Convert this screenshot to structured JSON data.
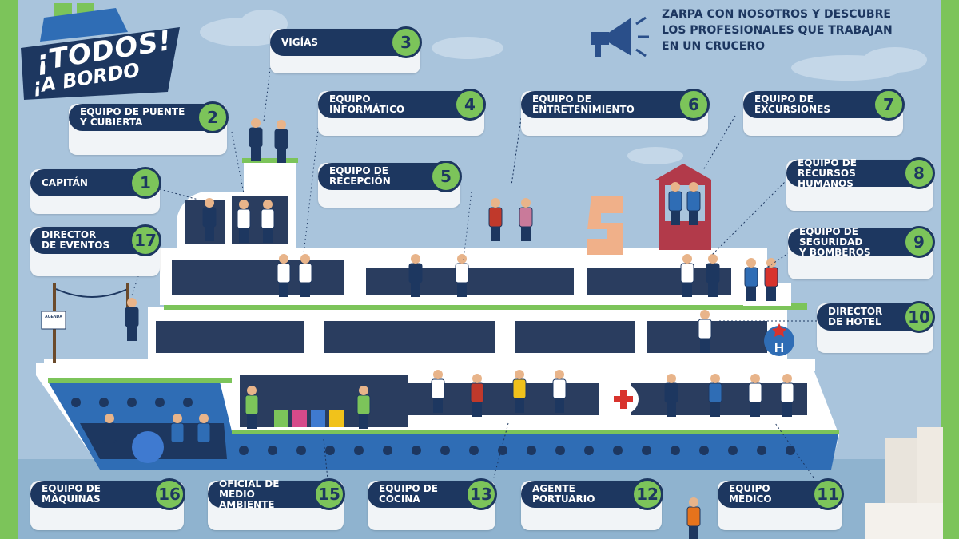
{
  "logo": {
    "line1": "¡TODOS!",
    "line2": "¡A BORDO"
  },
  "header": {
    "text": "ZARPA CON NOSOTROS Y DESCUBRE\nLOS PROFESIONALES QUE TRABAJAN\nEN UN CRUCERO"
  },
  "roles": [
    {
      "num": "1",
      "label": "CAPITÁN"
    },
    {
      "num": "2",
      "label": "EQUIPO DE PUENTE\nY CUBIERTA"
    },
    {
      "num": "3",
      "label": "VIGÍAS"
    },
    {
      "num": "4",
      "label": "EQUIPO INFORMÁTICO"
    },
    {
      "num": "5",
      "label": "EQUIPO DE RECEPCIÓN"
    },
    {
      "num": "6",
      "label": "EQUIPO DE ENTRETENIMIENTO"
    },
    {
      "num": "7",
      "label": "EQUIPO DE EXCURSIONES"
    },
    {
      "num": "8",
      "label": "EQUIPO DE\nRECURSOS HUMANOS"
    },
    {
      "num": "9",
      "label": "EQUIPO DE SEGURIDAD\nY BOMBEROS"
    },
    {
      "num": "10",
      "label": "DIRECTOR\nDE HOTEL"
    },
    {
      "num": "11",
      "label": "EQUIPO MÉDICO"
    },
    {
      "num": "12",
      "label": "AGENTE PORTUARIO"
    },
    {
      "num": "13",
      "label": "EQUIPO DE COCINA"
    },
    {
      "num": "15",
      "label": "OFICIAL DE MEDIO\nAMBIENTE"
    },
    {
      "num": "16",
      "label": "EQUIPO DE MÁQUINAS"
    },
    {
      "num": "17",
      "label": "DIRECTOR\nDE EVENTOS"
    }
  ],
  "ship": {
    "agenda_label": "AGENDA",
    "hotel_sign": "H"
  },
  "colors": {
    "navy": "#1d3760",
    "green": "#7cc45a",
    "sky": "#a9c4dc",
    "hull_blue": "#2f6db5",
    "red": "#d8332d"
  }
}
